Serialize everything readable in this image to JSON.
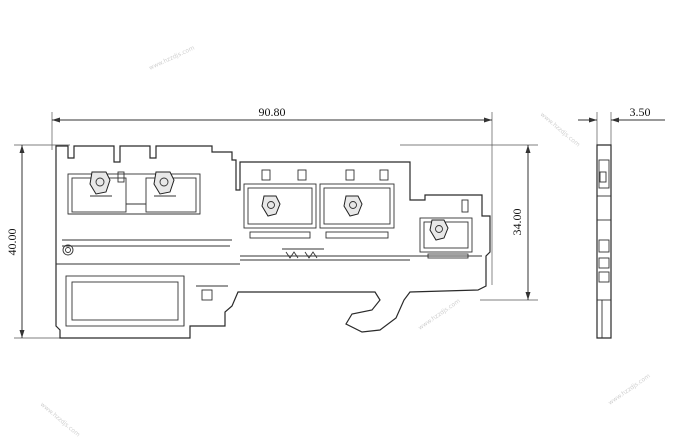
{
  "drawing": {
    "width_dim": "90.80",
    "height_left_dim": "40.00",
    "height_right_dim": "34.00",
    "side_width_dim": "3.50",
    "watermark": "www.hzzdjs.com"
  },
  "colors": {
    "line": "#2a2a2a",
    "background": "#ffffff"
  }
}
